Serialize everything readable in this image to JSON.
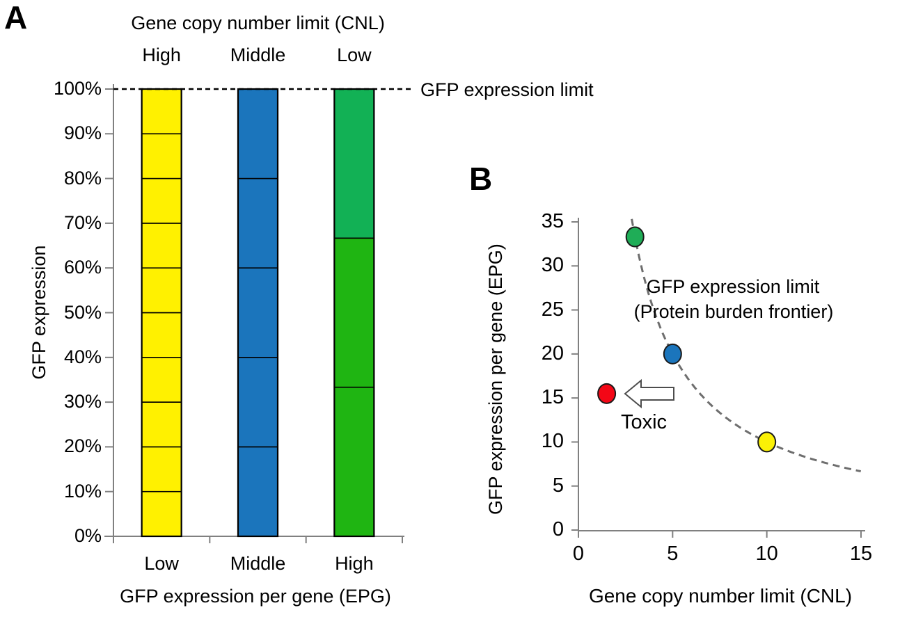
{
  "figure": {
    "background": "#ffffff"
  },
  "panel_a": {
    "label": "A",
    "title": "Gene copy number limit (CNL)",
    "top_category_labels": [
      "High",
      "Middle",
      "Low"
    ],
    "bottom_category_labels": [
      "Low",
      "Middle",
      "High"
    ],
    "ylabel": "GFP expression",
    "xlabel": "GFP expression per gene (EPG)",
    "y_tick_labels": [
      "0%",
      "10%",
      "20%",
      "30%",
      "40%",
      "50%",
      "60%",
      "70%",
      "80%",
      "90%",
      "100%"
    ],
    "limit_line_label": "GFP expression limit"
  },
  "panel_b": {
    "label": "B",
    "ylabel": "GFP expression per gene (EPG)",
    "xlabel": "Gene copy number limit (CNL)",
    "annotation_line1": "GFP expression limit",
    "annotation_line2": "(Protein burden frontier)",
    "toxic_label": "Toxic"
  },
  "chart_data": [
    {
      "panel": "A",
      "type": "bar",
      "subtype": "stacked-segment-columns",
      "title": "Gene copy number limit (CNL)",
      "xlabel": "GFP expression per gene (EPG)",
      "ylabel": "GFP expression",
      "ylim": [
        0,
        100
      ],
      "y_unit": "%",
      "y_ticks": [
        0,
        10,
        20,
        30,
        40,
        50,
        60,
        70,
        80,
        90,
        100
      ],
      "categories": [
        "Low",
        "Middle",
        "High"
      ],
      "cnl_labels": [
        "High",
        "Middle",
        "Low"
      ],
      "bars": [
        {
          "epg": "Low",
          "cnl": "High",
          "total_pct": 100,
          "segments": 10,
          "segment_pct": 10,
          "color": "#FFF100"
        },
        {
          "epg": "Middle",
          "cnl": "Middle",
          "total_pct": 100,
          "segments": 5,
          "segment_pct": 20,
          "color": "#1B75BC"
        },
        {
          "epg": "High",
          "cnl": "Low",
          "total_pct": 100,
          "segments": 3,
          "segment_pct": 33.33,
          "color": "#1FB512",
          "top_segment_color": "#12B155"
        }
      ],
      "reference_line": {
        "value_pct": 100,
        "label": "GFP expression limit",
        "style": "dashed",
        "color": "#000000"
      }
    },
    {
      "panel": "B",
      "type": "scatter",
      "xlabel": "Gene copy number limit (CNL)",
      "ylabel": "GFP expression per gene (EPG)",
      "xlim": [
        0,
        15
      ],
      "ylim": [
        0,
        35
      ],
      "x_ticks": [
        0,
        5,
        10,
        15
      ],
      "y_ticks": [
        0,
        5,
        10,
        15,
        20,
        25,
        30,
        35
      ],
      "points": [
        {
          "name": "green",
          "x": 3,
          "y": 33.3,
          "color": "#1FAD57"
        },
        {
          "name": "blue",
          "x": 5,
          "y": 20,
          "color": "#1B75BC"
        },
        {
          "name": "yellow",
          "x": 10,
          "y": 10,
          "color": "#FBF106"
        },
        {
          "name": "red",
          "x": 1.5,
          "y": 15.5,
          "color": "#F30716",
          "off_frontier": true
        }
      ],
      "frontier": {
        "label": "GFP expression limit (Protein burden frontier)",
        "equation": "y = 100 / x",
        "x_range": [
          2.83,
          15.05
        ],
        "style": "dashed",
        "color": "#6E6E6E"
      },
      "toxic_annotation": {
        "text": "Toxic",
        "arrow_direction": "left"
      },
      "legend": "none",
      "grid": false
    }
  ]
}
